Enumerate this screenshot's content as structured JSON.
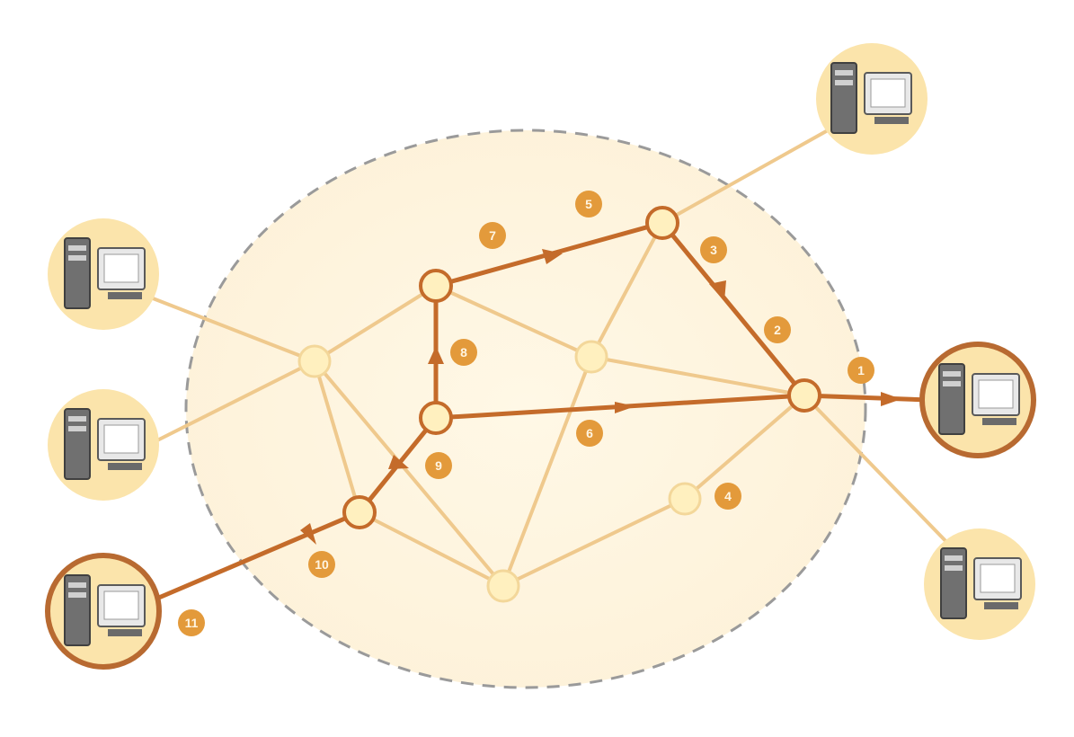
{
  "diagram": {
    "colors": {
      "background": "#ffffff",
      "cloud_fill": "#fdf4df",
      "cloud_border": "#9a9a9a",
      "link": "#efc98d",
      "path": "#c46b2a",
      "node_fill": "#fff0bf",
      "node_border_active": "#c46b2a",
      "node_border_inactive": "#f3d79a",
      "badge_fill": "#e39a3b",
      "badge_text": "#fff5e2",
      "computer_ring": "#fbe4ab",
      "computer_ring_active": "#b86a31"
    },
    "hosts": [
      {
        "id": "host-left-top",
        "active": false,
        "icon": "computer-icon"
      },
      {
        "id": "host-left-middle",
        "active": false,
        "icon": "computer-icon"
      },
      {
        "id": "host-left-bottom",
        "active": true,
        "icon": "computer-icon"
      },
      {
        "id": "host-right-top",
        "active": false,
        "icon": "computer-icon"
      },
      {
        "id": "host-right-middle",
        "active": true,
        "icon": "computer-icon"
      },
      {
        "id": "host-right-bottom",
        "active": false,
        "icon": "computer-icon"
      }
    ],
    "step_labels": {
      "s1": "1",
      "s2": "2",
      "s3": "3",
      "s4": "4",
      "s5": "5",
      "s6": "6",
      "s7": "7",
      "s8": "8",
      "s9": "9",
      "s10": "10",
      "s11": "11"
    }
  }
}
